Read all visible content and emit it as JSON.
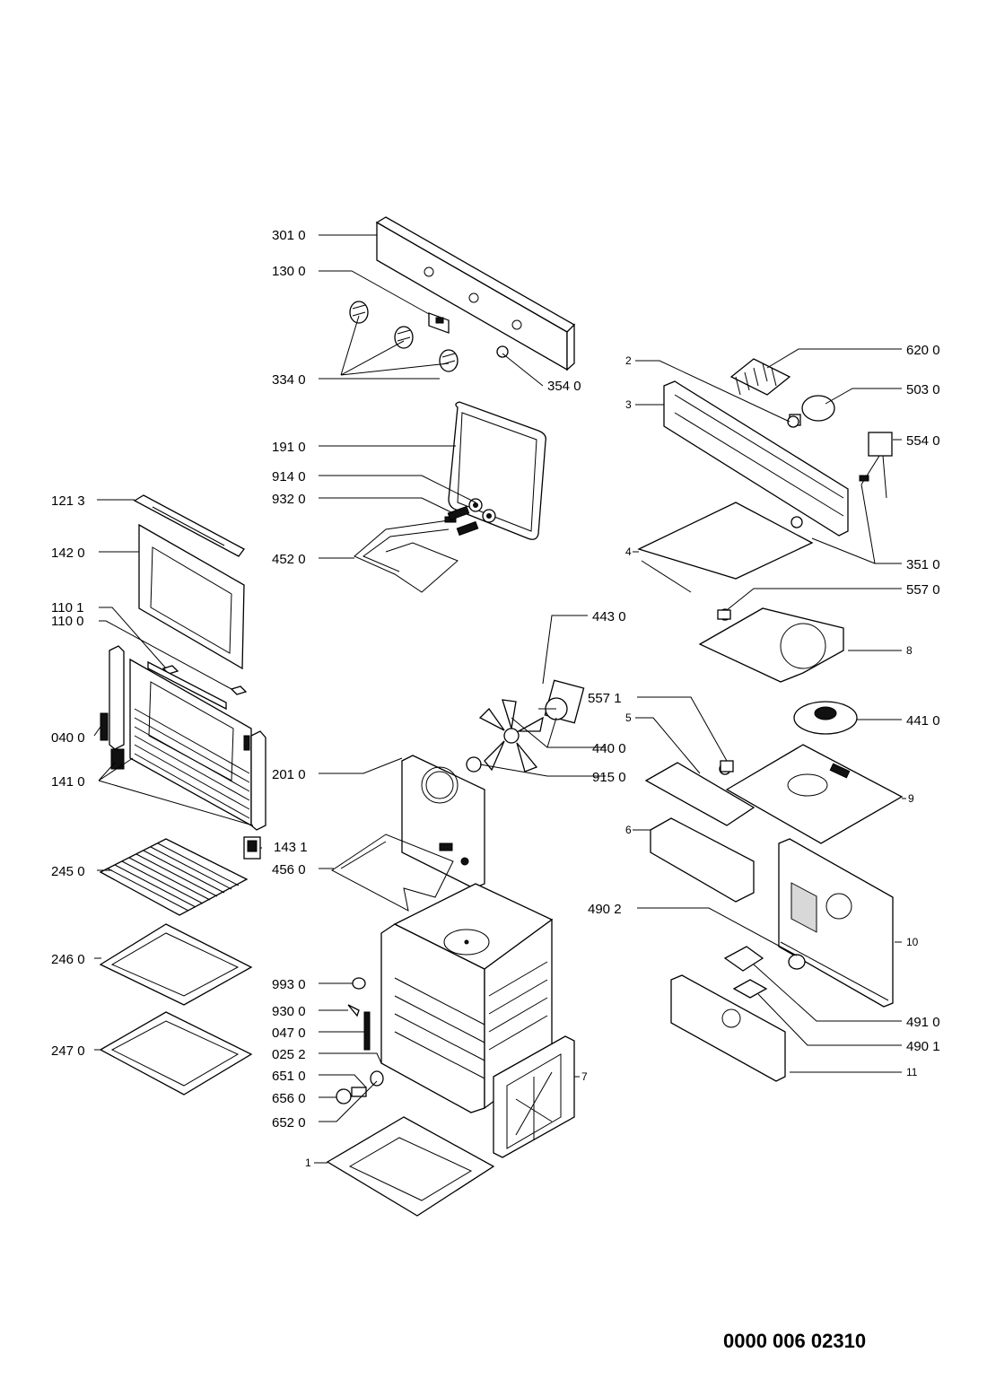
{
  "document_id": "0000 006 02310",
  "labels": {
    "301_0": "301 0",
    "130_0": "130 0",
    "334_0": "334 0",
    "354_0": "354 0",
    "191_0": "191 0",
    "914_0": "914 0",
    "932_0": "932 0",
    "452_0": "452 0",
    "121_3": "121 3",
    "142_0": "142 0",
    "110_1": "110 1",
    "110_0": "110 0",
    "040_0": "040 0",
    "141_0": "141 0",
    "143_1": "143 1",
    "201_0": "201 0",
    "456_0": "456 0",
    "245_0": "245 0",
    "246_0": "246 0",
    "247_0": "247 0",
    "993_0": "993 0",
    "930_0": "930 0",
    "047_0": "047 0",
    "025_2": "025 2",
    "651_0": "651 0",
    "656_0": "656 0",
    "652_0": "652 0",
    "n1": "1",
    "n2": "2",
    "n3": "3",
    "n4": "4",
    "n5": "5",
    "n6": "6",
    "n7": "7",
    "n8": "8",
    "n9": "9",
    "n10": "10",
    "n11": "11",
    "620_0": "620 0",
    "503_0": "503 0",
    "554_0": "554 0",
    "351_0": "351 0",
    "557_0": "557 0",
    "443_0": "443 0",
    "440_0": "440 0",
    "915_0": "915 0",
    "557_1": "557 1",
    "441_0": "441 0",
    "490_2": "490 2",
    "491_0": "491 0",
    "490_1": "490 1"
  }
}
